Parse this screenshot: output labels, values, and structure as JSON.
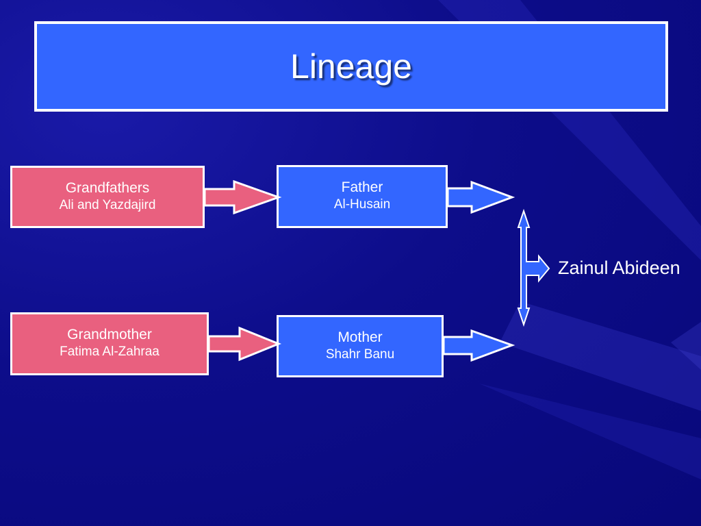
{
  "slide": {
    "title": "Lineage"
  },
  "nodes": {
    "grandfathers": {
      "heading": "Grandfathers",
      "names": "Ali and Yazdajird"
    },
    "grandmother": {
      "heading": "Grandmother",
      "names": "Fatima Al-Zahraa"
    },
    "father": {
      "heading": "Father",
      "names": "Al-Husain"
    },
    "mother": {
      "heading": "Mother",
      "names": "Shahr Banu"
    }
  },
  "child": {
    "name": "Zainul Abideen"
  },
  "colors": {
    "background": "#0d0d8a",
    "title_box": "#3366ff",
    "pink_node": "#e9607f",
    "blue_node": "#3366ff",
    "border": "#ffffff"
  }
}
